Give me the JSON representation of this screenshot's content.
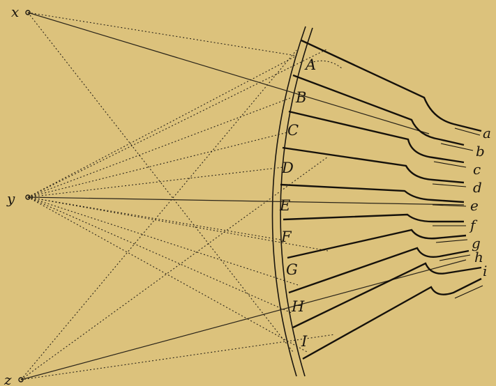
{
  "figure": {
    "points": [
      "x",
      "y",
      "z"
    ],
    "facets": [
      "A",
      "B",
      "C",
      "D",
      "E",
      "F",
      "G",
      "H",
      "I"
    ],
    "endings": [
      "a",
      "b",
      "c",
      "d",
      "e",
      "f",
      "g",
      "h",
      "i"
    ]
  },
  "colors": {
    "paper": "#dcc27c",
    "ink": "#1c1710"
  }
}
